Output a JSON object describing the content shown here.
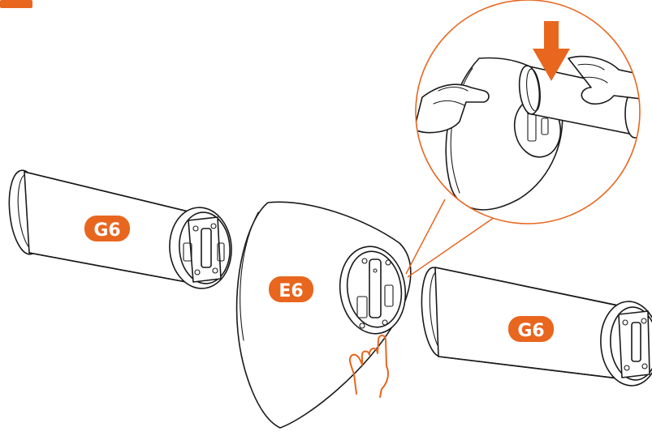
{
  "colors": {
    "accent": "#e8661e",
    "line": "#1a1a1a",
    "background": "#ffffff"
  },
  "labels": {
    "module_left": "G6",
    "panel": "E6",
    "module_right": "G6"
  },
  "icons": {
    "arrow": "down-arrow-icon",
    "hand": "pointing-hand-icon",
    "callout": "magnifier-callout"
  }
}
